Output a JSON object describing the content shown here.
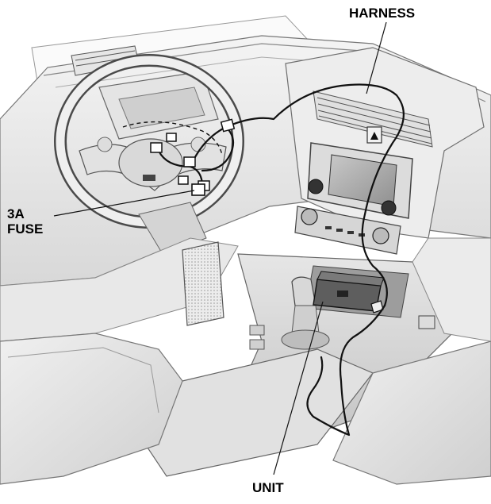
{
  "diagram": {
    "labels": {
      "harness": "HARNESS",
      "fuse_line1": "3A",
      "fuse_line2": "FUSE",
      "unit": "UNIT"
    }
  }
}
